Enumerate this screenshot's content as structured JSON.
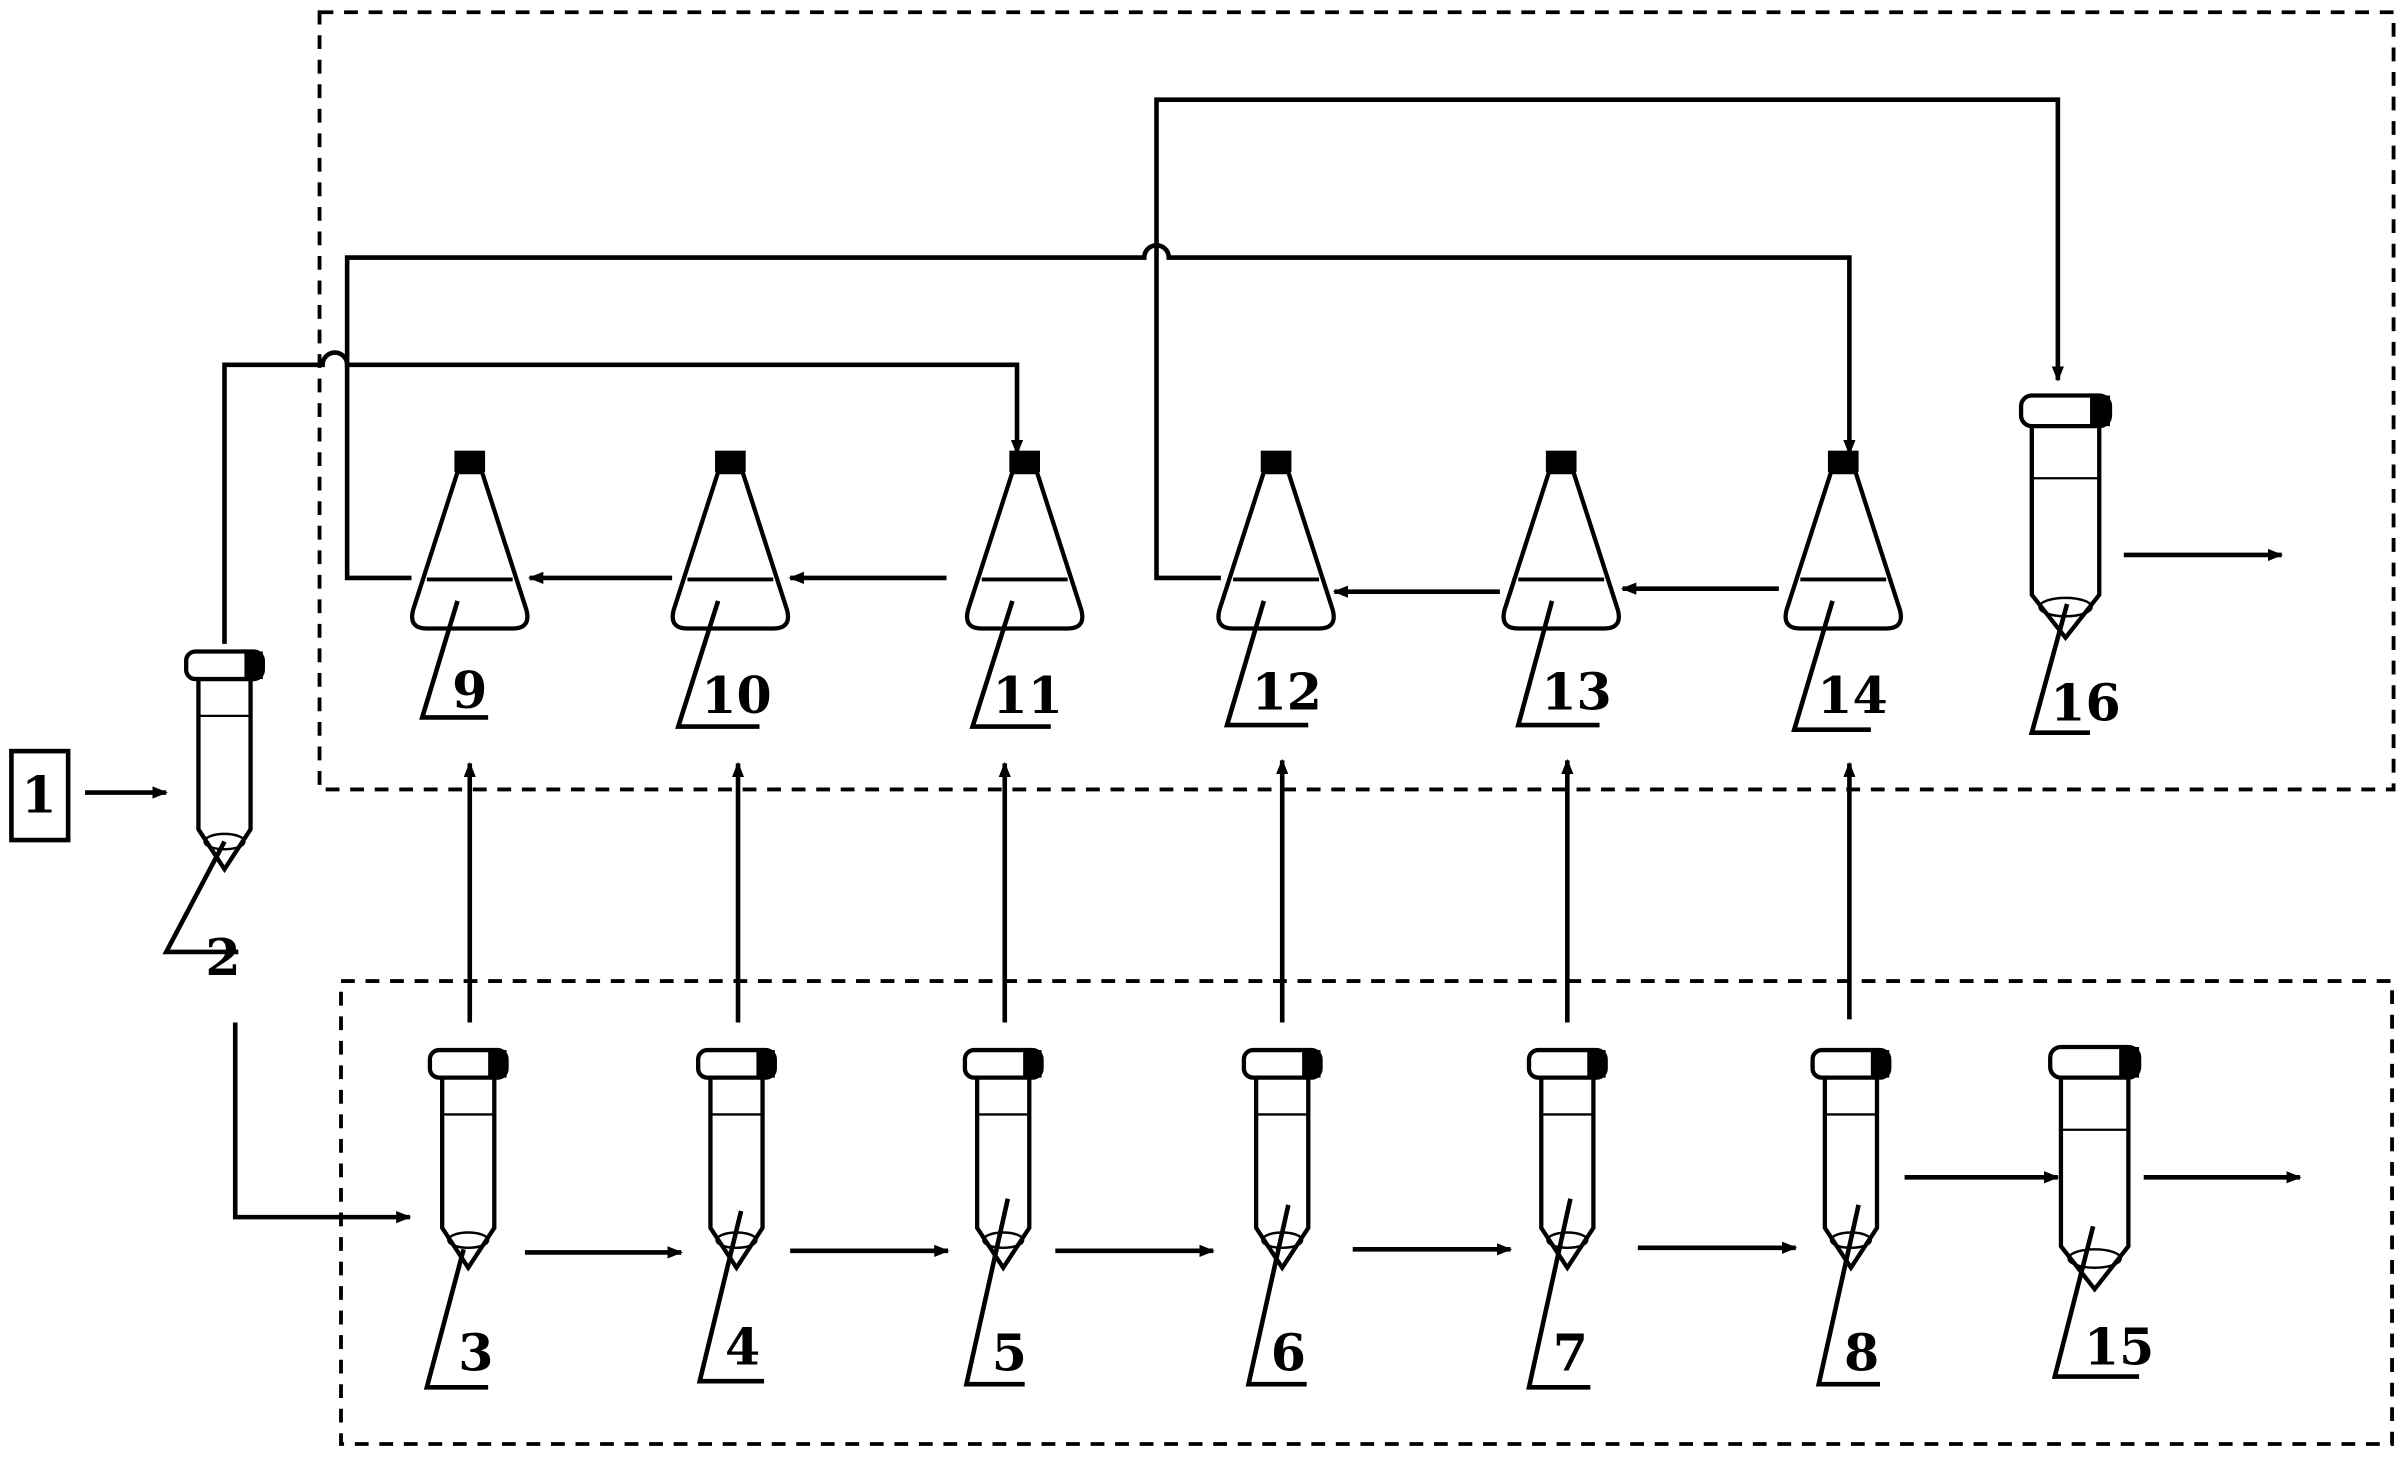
{
  "source_label": "1",
  "tube_labels": {
    "t2": "2",
    "t3": "3",
    "t4": "4",
    "t5": "5",
    "t6": "6",
    "t7": "7",
    "t8": "8",
    "t15": "15",
    "t16": "16"
  },
  "flask_labels": {
    "f9": "9",
    "f10": "10",
    "f11": "11",
    "f12": "12",
    "f13": "13",
    "f14": "14"
  }
}
